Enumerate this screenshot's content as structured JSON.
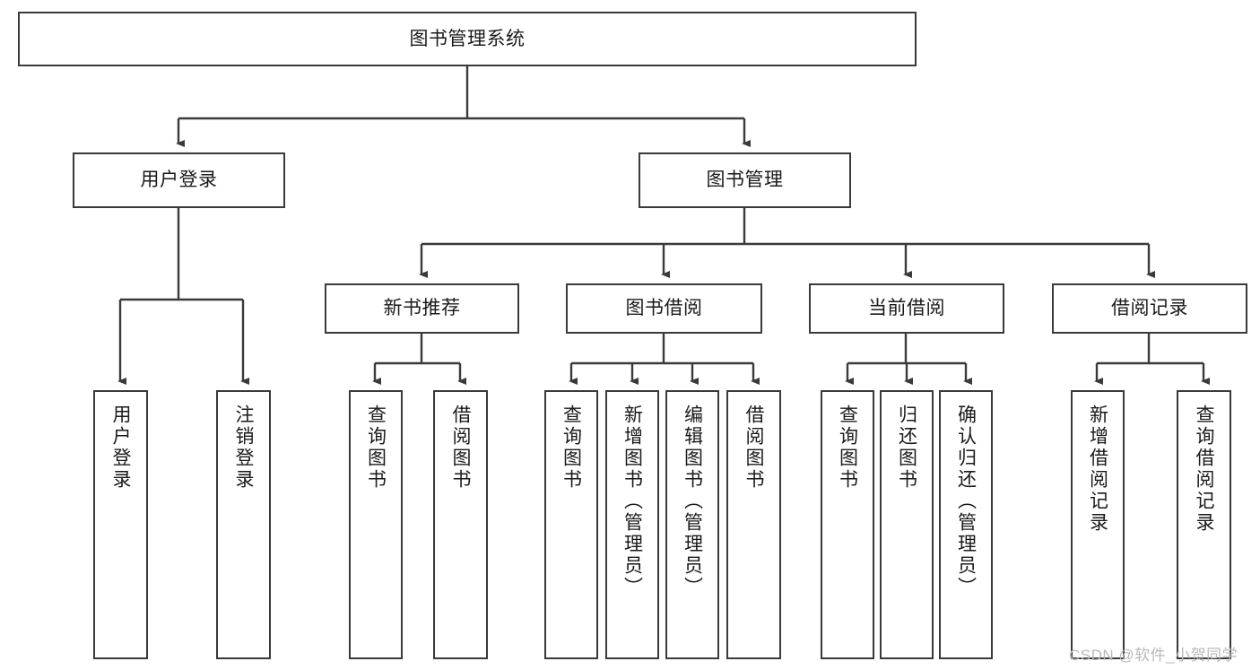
{
  "diagram": {
    "title": "图书管理系统",
    "type": "tree-hierarchy-chart",
    "root": {
      "label": "图书管理系统"
    },
    "level2": {
      "user_login": "用户登录",
      "book_manage": "图书管理"
    },
    "level3": {
      "new_book_rec": "新书推荐",
      "book_borrow": "图书借阅",
      "current_borrow": "当前借阅",
      "borrow_record": "借阅记录"
    },
    "leaves": {
      "user_login_children": [
        "用户登录",
        "注销登录"
      ],
      "new_book_rec_children": [
        "查询图书",
        "借阅图书"
      ],
      "book_borrow_children": [
        "查询图书",
        "新增图书（管理员）",
        "编辑图书（管理员）",
        "借阅图书"
      ],
      "current_borrow_children": [
        "查询图书",
        "归还图书",
        "确认归还（管理员）"
      ],
      "borrow_record_children": [
        "新增借阅记录",
        "查询借阅记录"
      ]
    }
  },
  "watermark": {
    "text": "CSDN @软件_小贺同学"
  },
  "colors": {
    "border": "#3a3a3a",
    "background": "#ffffff",
    "text": "#1a1a1a",
    "watermark": "#b9b9b9"
  }
}
